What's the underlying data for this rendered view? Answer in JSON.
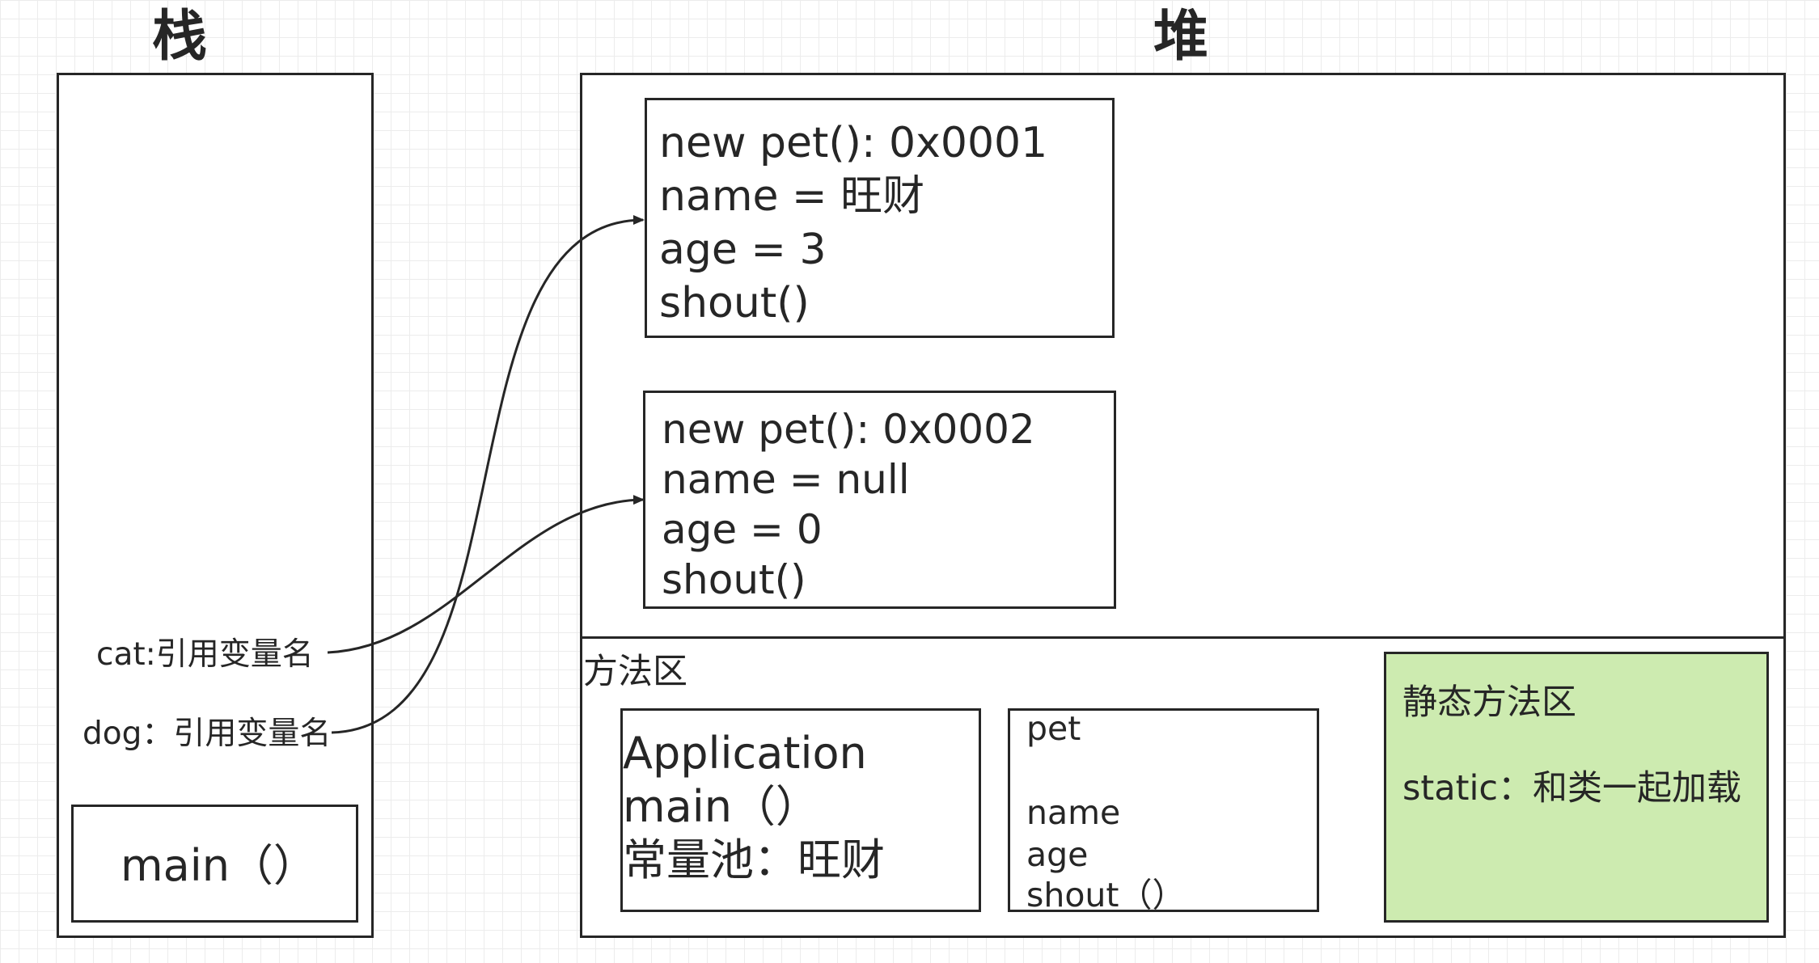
{
  "stack": {
    "title": "栈",
    "cat_label": "cat:引用变量名",
    "dog_label": "dog：引用变量名",
    "main_frame": "main（）"
  },
  "heap": {
    "title": "堆",
    "objects": [
      {
        "header": "new pet(): 0x0001",
        "name": "name = 旺财",
        "age": "age = 3",
        "method": "shout()"
      },
      {
        "header": "new pet(): 0x0002",
        "name": "name = null",
        "age": "age = 0",
        "method": "shout()"
      }
    ]
  },
  "method_area": {
    "title": "方法区",
    "application_class": {
      "name": "Application",
      "method": "main（）",
      "constant_pool": "常量池：旺财"
    },
    "pet_class": {
      "name": "pet",
      "field_name": "name",
      "field_age": "age",
      "method": "shout（）"
    },
    "static_area": {
      "title": "静态方法区",
      "note": "static：和类一起加载"
    }
  },
  "colors": {
    "stroke": "#262626",
    "static_area_fill": "#cdebb0",
    "grid": "#ececec"
  }
}
